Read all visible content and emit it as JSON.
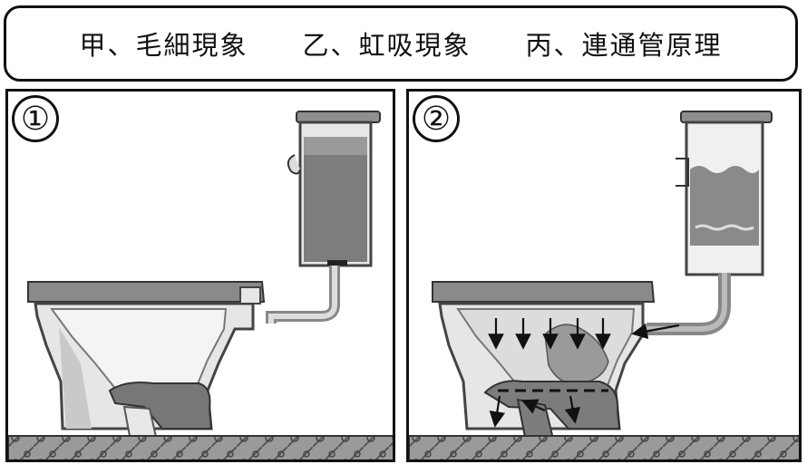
{
  "title": {
    "items": [
      "甲、毛細現象",
      "乙、虹吸現象",
      "丙、連通管原理"
    ]
  },
  "panels": [
    {
      "number": "①"
    },
    {
      "number": "②"
    }
  ]
}
